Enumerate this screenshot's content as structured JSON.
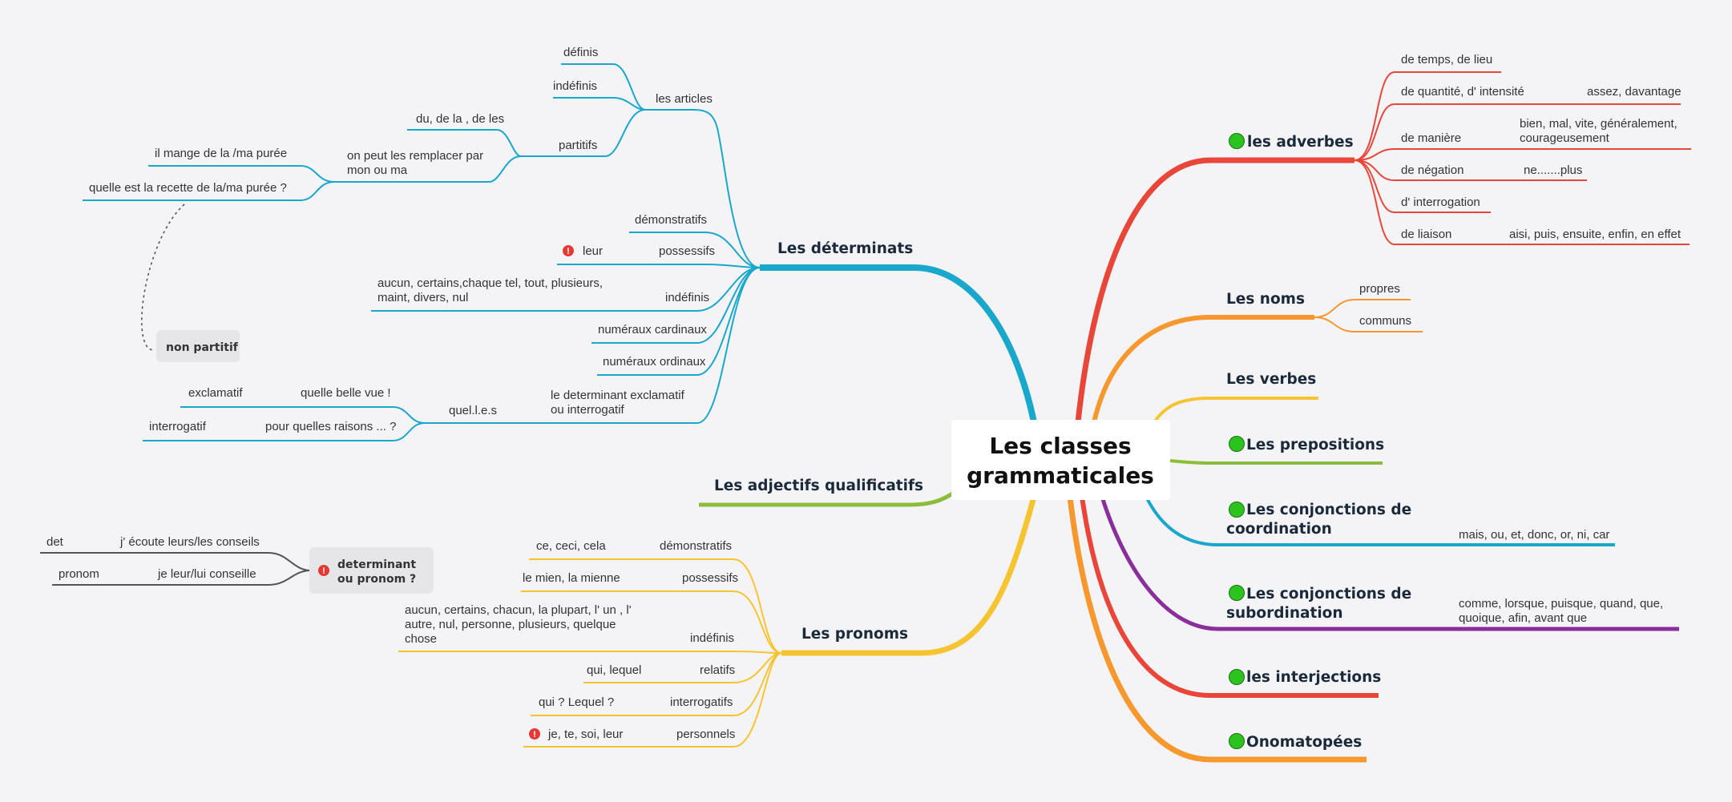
{
  "central": {
    "line1": "Les classes",
    "line2": "grammaticales"
  },
  "colors": {
    "determinants": "#1aa7cc",
    "adjectifs": "#8cbd3a",
    "pronoms": "#f7c431",
    "adverbes": "#e9463a",
    "noms": "#f6982e",
    "verbes": "#f7c431",
    "prepositions": "#8cbd3a",
    "coord": "#1aa7cc",
    "subord": "#8a2e9c",
    "interjections": "#e9463a",
    "onomatopees": "#f6982e",
    "status_green": "#2bc41f",
    "alert_red": "#e53935",
    "relation": "#555555"
  },
  "determinants": {
    "title": "Les déterminats",
    "articles": "les articles",
    "definis": "définis",
    "indefinis_art": "indéfinis",
    "partitifs": "partitifs",
    "du_de_la": "du, de la , de les",
    "remplacer_1": "on peut les remplacer par",
    "remplacer_2": "mon ou ma",
    "il_mange": "il mange de la /ma purée",
    "recette": "quelle est la recette de la/ma purée ?",
    "non_partitif": "non partitif",
    "demonstratifs": "démonstratifs",
    "possessifs": "possessifs",
    "leur": "leur",
    "indefinis": "indéfinis",
    "aucun_1": "aucun, certains,chaque tel, tout, plusieurs,",
    "aucun_2": "maint, divers, nul",
    "num_card": "numéraux cardinaux",
    "num_ord": "numéraux ordinaux",
    "excl_interr_1": "le determinant exclamatif",
    "excl_interr_2": "ou interrogatif",
    "quel": "quel.l.e.s",
    "quelle_belle": "quelle belle vue !",
    "exclamatif": "exclamatif",
    "pour_quelles": "pour quelles raisons ... ?",
    "interrogatif": "interrogatif"
  },
  "adjectifs": {
    "title": "Les adjectifs qualificatifs"
  },
  "pronoms": {
    "title": "Les pronoms",
    "demonstratifs": "démonstratifs",
    "ce_ceci": "ce, ceci, cela",
    "possessifs": "possessifs",
    "le_mien": "le mien, la  mienne",
    "indefinis": "indéfinis",
    "aucun_1": "aucun, certains, chacun, la plupart, l' un , l'",
    "aucun_2": "autre, nul, personne, plusieurs, quelque",
    "aucun_3": "chose",
    "relatifs": "relatifs",
    "qui_lequel": "qui, lequel",
    "interrogatifs": "interrogatifs",
    "qui_q": "qui ?  Lequel ?",
    "personnels": "personnels",
    "je_te": "je, te, soi, leur"
  },
  "det_ou_pronom": {
    "label_1": "determinant",
    "label_2": "ou pronom ?",
    "ecoute": "j' écoute leurs/les conseils",
    "det": "det",
    "leur_lui": "je leur/lui conseille",
    "pronom": "pronom"
  },
  "adverbes": {
    "title": "les adverbes",
    "temps_lieu": "de temps, de lieu",
    "quantite": "de quantité, d' intensité",
    "assez": "assez, davantage",
    "maniere": "de manière",
    "bien_1": "bien, mal, vite, généralement,",
    "bien_2": "courageusement",
    "negation": "de négation",
    "ne_plus": "ne.......plus",
    "interrogation": "d' interrogation",
    "liaison": "de liaison",
    "aisi": "aisi, puis, ensuite, enfin, en effet"
  },
  "noms": {
    "title": "Les noms",
    "propres": "propres",
    "communs": "communs"
  },
  "verbes": {
    "title": "Les verbes"
  },
  "prepositions": {
    "title": "Les prepositions"
  },
  "coord": {
    "title_1": "Les conjonctions de",
    "title_2": "coordination",
    "list": "mais, ou, et, donc, or, ni, car"
  },
  "subord": {
    "title_1": "Les conjonctions de",
    "title_2": "subordination",
    "list_1": "comme, lorsque, puisque, quand, que,",
    "list_2": "quoique, afin, avant que"
  },
  "interjections": {
    "title": "les interjections"
  },
  "onomatopees": {
    "title": "Onomatopées"
  }
}
